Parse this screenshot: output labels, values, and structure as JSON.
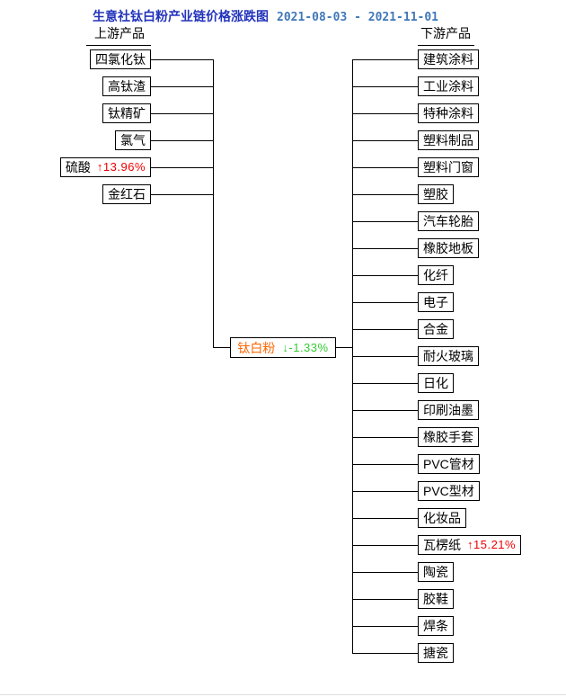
{
  "title": {
    "text": "生意社钛白粉产业链价格涨跌图",
    "text_color": "#2233BB",
    "date_range": "2021-08-03 - 2021-11-01",
    "date_color": "#4077B8"
  },
  "headers": {
    "upstream": "上游产品",
    "downstream": "下游产品"
  },
  "center_node": {
    "label": "钛白粉",
    "label_color": "#FF6600",
    "change": "↓-1.33%",
    "change_color": "#33CC33"
  },
  "upstream_items": [
    {
      "label": "四氯化钛"
    },
    {
      "label": "高钛渣"
    },
    {
      "label": "钛精矿"
    },
    {
      "label": "氯气"
    },
    {
      "label": "硫酸",
      "change": "↑13.96%",
      "change_color": "#EE0000"
    },
    {
      "label": "金红石"
    }
  ],
  "downstream_items": [
    {
      "label": "建筑涂料"
    },
    {
      "label": "工业涂料"
    },
    {
      "label": "特种涂料"
    },
    {
      "label": "塑料制品"
    },
    {
      "label": "塑料门窗"
    },
    {
      "label": "塑胶"
    },
    {
      "label": "汽车轮胎"
    },
    {
      "label": "橡胶地板"
    },
    {
      "label": "化纤"
    },
    {
      "label": "电子"
    },
    {
      "label": "合金"
    },
    {
      "label": "耐火玻璃"
    },
    {
      "label": "日化"
    },
    {
      "label": "印刷油墨"
    },
    {
      "label": "橡胶手套"
    },
    {
      "label": "PVC管材"
    },
    {
      "label": "PVC型材"
    },
    {
      "label": "化妆品"
    },
    {
      "label": "瓦楞纸",
      "change": "↑15.21%",
      "change_color": "#EE0000"
    },
    {
      "label": "陶瓷"
    },
    {
      "label": "胶鞋"
    },
    {
      "label": "焊条"
    },
    {
      "label": "搪瓷"
    }
  ],
  "colors": {
    "line": "#000000",
    "up_change": "#EE0000",
    "down_change": "#33CC33",
    "center_label": "#FF6600"
  }
}
